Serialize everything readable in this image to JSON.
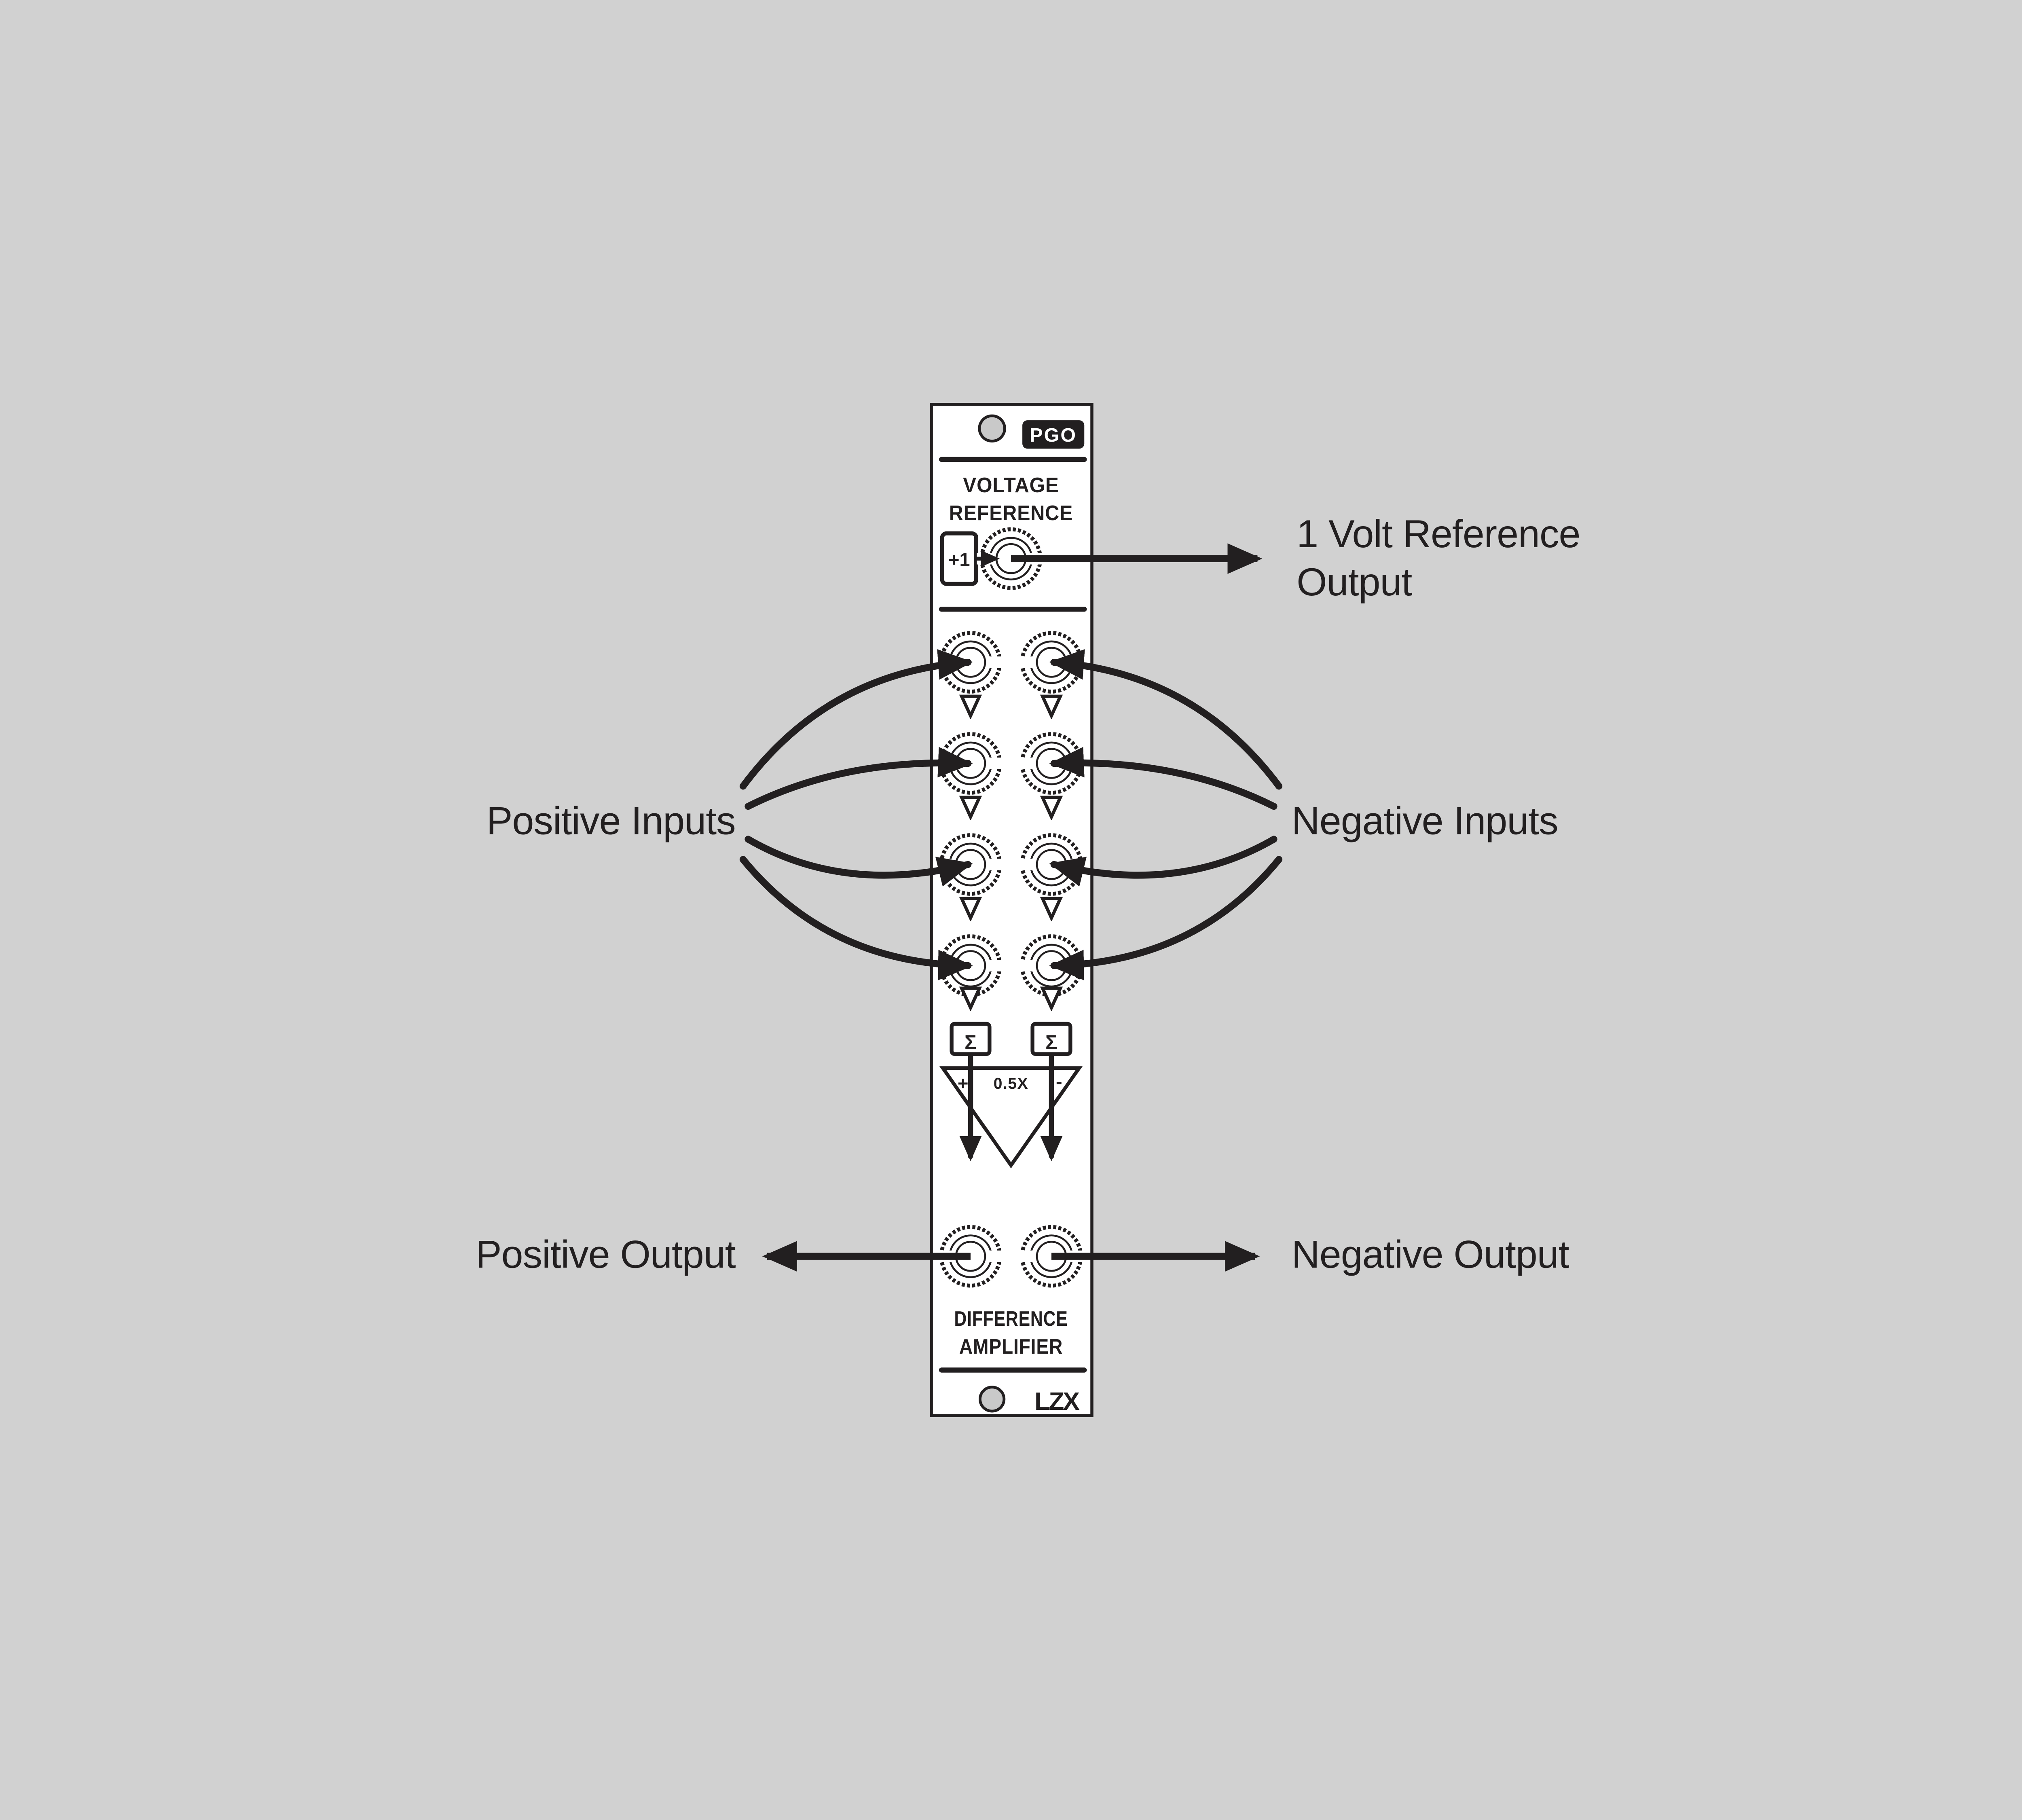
{
  "colors": {
    "background": "#d1d1d1",
    "panel": "#ffffff",
    "ink": "#221f20",
    "screw": "#c9c9c9"
  },
  "panel": {
    "model_badge": "PGO",
    "voltage_title": {
      "line1": "VOLTAGE",
      "line2": "REFERENCE"
    },
    "reference_box_label": "+1",
    "sum_symbol_left": "Σ",
    "sum_symbol_right": "Σ",
    "amplifier": {
      "plus": "+",
      "gain": "0.5X",
      "minus": "-"
    },
    "difference_title": {
      "line1": "DIFFERENCE",
      "line2": "AMPLIFIER"
    },
    "brand_logo": "LZX"
  },
  "annotations": {
    "reference_output": {
      "line1": "1 Volt Reference",
      "line2": "Output"
    },
    "positive_inputs": "Positive Inputs",
    "negative_inputs": "Negative Inputs",
    "positive_output": "Positive Output",
    "negative_output": "Negative Output"
  }
}
